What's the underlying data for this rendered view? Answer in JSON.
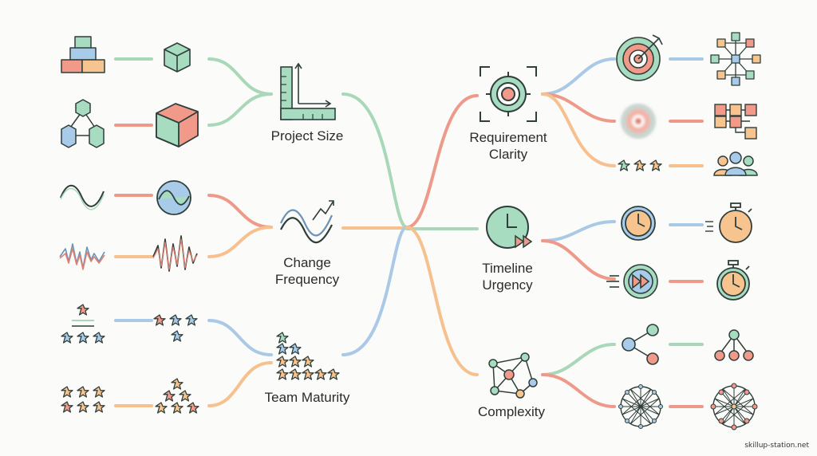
{
  "colors": {
    "green": "#a8d8b9",
    "red": "#ee9a8a",
    "orange": "#f6c08f",
    "blue": "#a9c9e6",
    "ink": "#2f3e3a",
    "fill_green": "#a8dcc0",
    "fill_red": "#f29a8a",
    "fill_orange": "#f7c48f",
    "fill_blue": "#a7cbe8"
  },
  "left_factors": [
    {
      "label_lines": [
        "Project Size"
      ],
      "icon": "ruler-square-icon",
      "inputs": [
        "stacked-blocks-icon",
        "connected-cubes-icon"
      ],
      "outputs": [
        "small-cube-icon",
        "large-cube-icon"
      ]
    },
    {
      "label_lines": [
        "Change",
        "Frequency"
      ],
      "icon": "wave-trend-icon",
      "inputs": [
        "smooth-wave-icon",
        "jagged-wave-icon"
      ],
      "outputs": [
        "wave-circle-icon",
        "spiky-wave-icon"
      ]
    },
    {
      "label_lines": [
        "Team Maturity"
      ],
      "icon": "star-pyramid-icon",
      "inputs": [
        "star-hierarchy-icon",
        "star-group-icon"
      ],
      "outputs": [
        "scattered-stars-icon",
        "star-pyramid-small-icon"
      ]
    }
  ],
  "right_factors": [
    {
      "label_lines": [
        "Requirement",
        "Clarity"
      ],
      "icon": "focus-target-icon",
      "inputs": [
        "target-arrow-icon",
        "blurry-target-icon",
        "three-stars-icon"
      ],
      "outputs": [
        "cube-network-icon",
        "process-flow-icon",
        "team-people-icon"
      ]
    },
    {
      "label_lines": [
        "Timeline",
        "Urgency"
      ],
      "icon": "clock-fast-forward-icon",
      "inputs": [
        "clock-icon",
        "fast-forward-icon"
      ],
      "outputs": [
        "stopwatch-icon",
        "stopwatch-alert-icon"
      ]
    },
    {
      "label_lines": [
        "Complexity"
      ],
      "icon": "network-graph-icon",
      "inputs": [
        "simple-share-icon",
        "dense-mesh-icon"
      ],
      "outputs": [
        "tree-hierarchy-icon",
        "mesh-sphere-icon"
      ]
    }
  ],
  "watermark": "skillup-station.net"
}
